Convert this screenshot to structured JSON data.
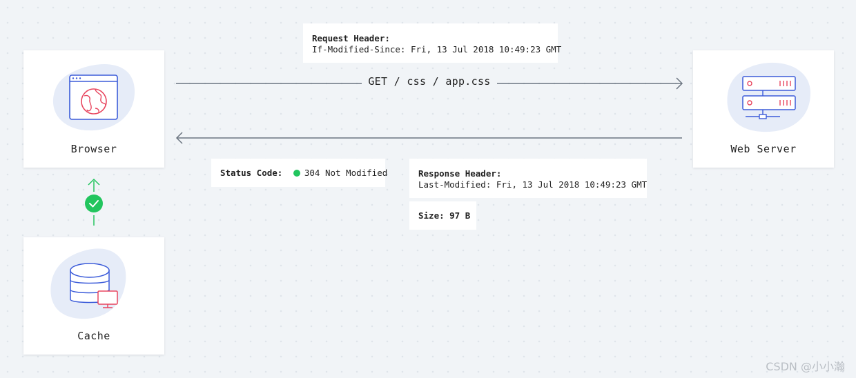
{
  "nodes": {
    "browser": {
      "label": "Browser"
    },
    "server": {
      "label": "Web Server"
    },
    "cache": {
      "label": "Cache"
    }
  },
  "request": {
    "header_title": "Request Header:",
    "header_value": "If-Modified-Since: Fri, 13 Jul 2018 10:49:23 GMT",
    "path": "GET / css / app.css"
  },
  "response": {
    "status_label": "Status Code:",
    "status_value": "304 Not Modified",
    "header_title": "Response Header:",
    "header_value": "Last-Modified: Fri, 13 Jul 2018 10:49:23 GMT",
    "size_label": "Size: 97 B"
  },
  "colors": {
    "background": "#f1f4f7",
    "blob": "#e6ecf8",
    "icon_blue": "#3b5bd9",
    "icon_red": "#e8455e",
    "success_green": "#22c55e",
    "line": "#6b7480"
  },
  "watermark": "CSDN @小小瀚"
}
